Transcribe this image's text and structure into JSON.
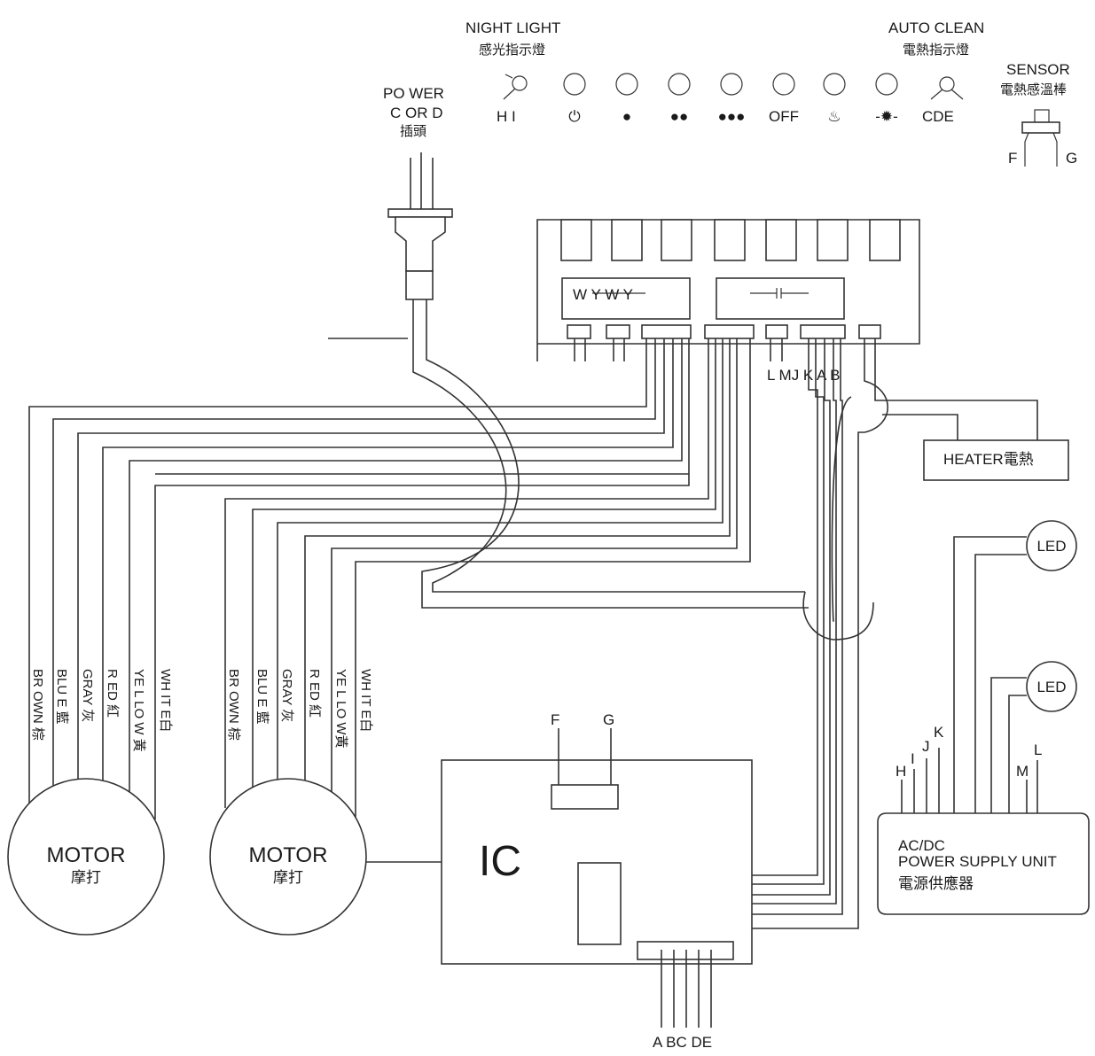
{
  "top_labels": {
    "night_light": "NIGHT LIGHT",
    "night_light_cn": "感光指示燈",
    "auto_clean": "AUTO CLEAN",
    "auto_clean_cn": "電熱指示燈",
    "sensor": "SENSOR",
    "sensor_cn": "電熱感溫棒",
    "sensor_f": "F",
    "sensor_g": "G",
    "power_cord_1": "PO WER",
    "power_cord_2": "C OR D",
    "power_cord_cn": "插頭",
    "hi": "H I",
    "cde": "CDE"
  },
  "panel_buttons": [
    {
      "label": "⏻"
    },
    {
      "label": "●"
    },
    {
      "label": "●●"
    },
    {
      "label": "●●●"
    },
    {
      "label": "OFF"
    },
    {
      "label": "♨"
    },
    {
      "label": "-✹-"
    }
  ],
  "board": {
    "relay_label": "W Y W Y",
    "connector_labels": "L MJ K A B"
  },
  "motor_wires_1": [
    "BR OWN 棕",
    "BLU E 藍",
    "GRAY 灰",
    "R ED 紅",
    "YE L LO W 黃",
    "WH IT E白"
  ],
  "motor_wires_2": [
    "BR OWN 棕",
    "BLU E 藍",
    "GRAY 灰",
    "R ED 紅",
    "YE L LO W黃",
    "WH IT E白"
  ],
  "motor": {
    "label": "MOTOR",
    "label_cn": "摩打"
  },
  "heater": "HEATER電熱",
  "led": "LED",
  "ic": {
    "label": "IC",
    "f": "F",
    "g": "G",
    "bottom_pins": "A BC DE"
  },
  "psu": {
    "line1": "AC/DC",
    "line2": "POWER SUPPLY UNIT",
    "line3": "電源供應器",
    "pins": [
      "H",
      "I",
      "J",
      "K",
      "M",
      "L"
    ]
  }
}
